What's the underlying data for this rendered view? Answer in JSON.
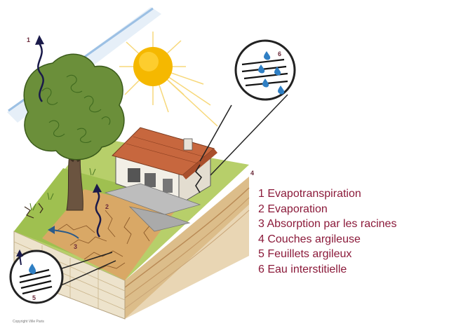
{
  "legend": {
    "items": [
      "1 Evapotranspiration",
      "2 Evaporation",
      "3 Absorption par les racines",
      "4 Couches argileuse",
      "5 Feuillets argileux",
      "6 Eau interstitielle"
    ]
  },
  "markers": {
    "m1": "1",
    "m2": "2",
    "m3": "3",
    "m4": "4",
    "m5": "5",
    "m6": "6"
  },
  "copyright": "Copyright Ville Paris",
  "colors": {
    "legend_text": "#8b1a3a",
    "sun": "#f5b800",
    "tree": "#6b8f3a",
    "soil": "#d2a56a",
    "water": "#2f7fc4"
  }
}
